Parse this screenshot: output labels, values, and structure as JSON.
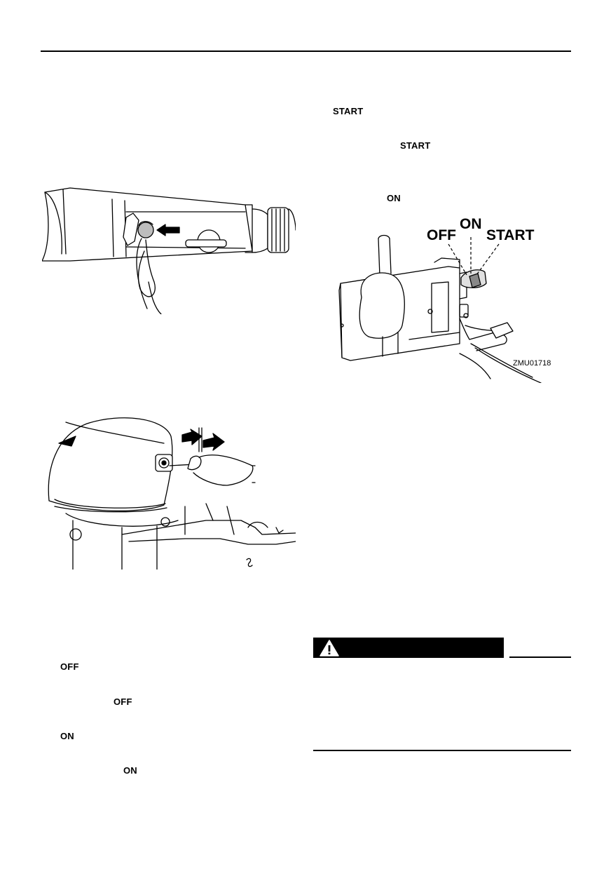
{
  "keywords": {
    "start_1": "START",
    "start_2": "START",
    "on_right": "ON",
    "off_1": "OFF",
    "off_2": "OFF",
    "on_1": "ON",
    "on_2": "ON"
  },
  "figure_switch": {
    "label_off": "OFF",
    "label_on": "ON",
    "label_start": "START",
    "code": "ZMU01718"
  },
  "warning": {
    "icon": "warning-triangle-icon"
  }
}
